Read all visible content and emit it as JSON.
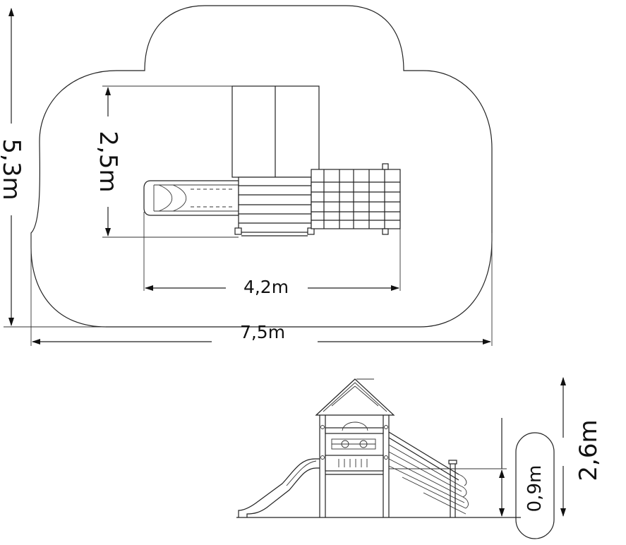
{
  "plan": {
    "total_width": "7,5m",
    "total_depth": "5,3m",
    "structure_width": "4,2m",
    "structure_depth": "2,5m"
  },
  "elevation": {
    "height": "2,6m",
    "platform_height": "0,9m"
  }
}
